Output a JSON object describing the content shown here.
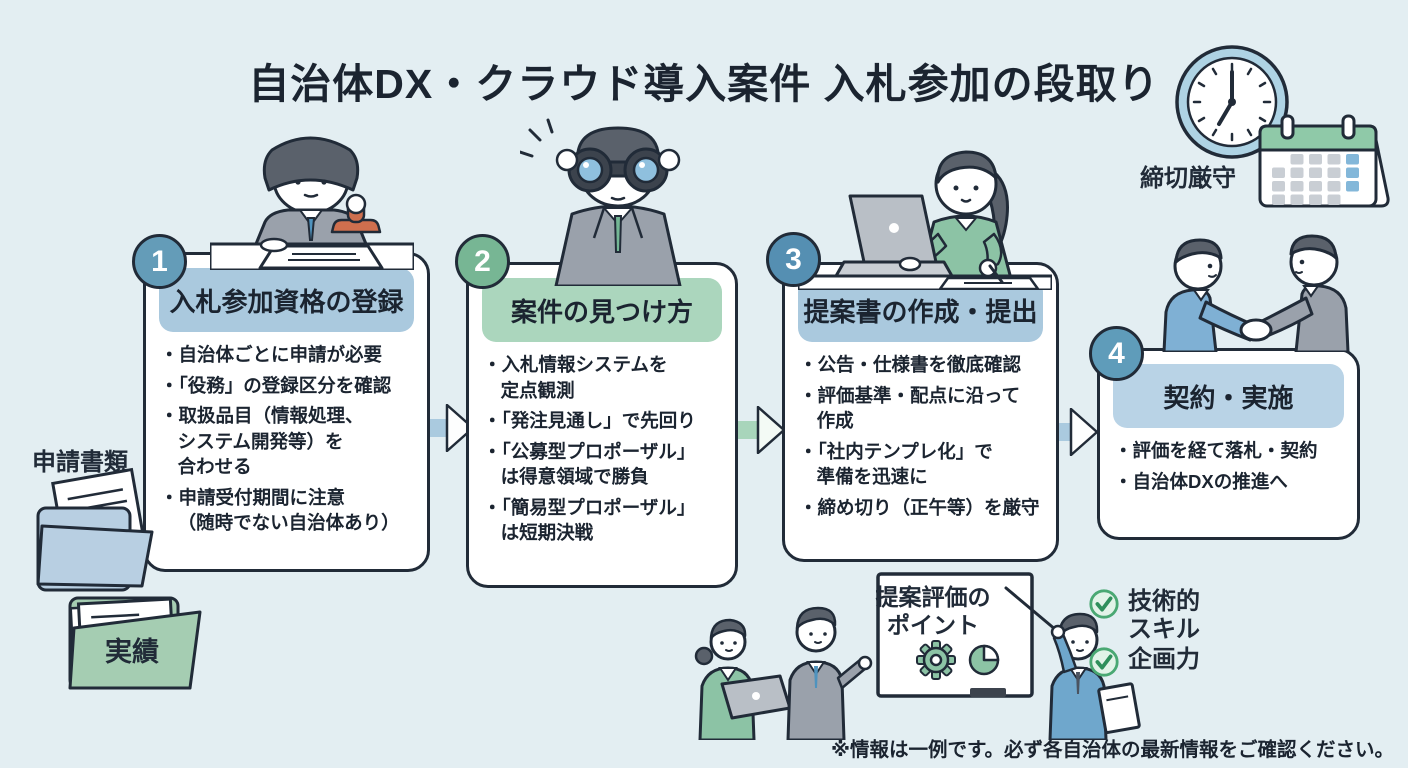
{
  "page": {
    "title": "自治体DX・クラウド導入案件 入札参加の段取り",
    "footer_note": "※情報は一例です。必ず各自治体の最新情報をご確認ください。"
  },
  "deadline": {
    "label": "締切厳守",
    "clock_time_shown": "7:00"
  },
  "left_materials": {
    "documents_label": "申請書類",
    "folder_label": "実績"
  },
  "steps": [
    {
      "number": "1",
      "title": "入札参加資格の登録",
      "accent_color": "#649cb8",
      "header_color": "#aac9de",
      "bullets": [
        "・自治体ごとに申請が必要",
        "・「役務」の登録区分を確認",
        "・取扱品目（情報処理、\nシステム開発等）を\n合わせる",
        "・申請受付期間に注意\n（随時でない自治体あり）"
      ]
    },
    {
      "number": "2",
      "title": "案件の見つけ方",
      "accent_color": "#77b694",
      "header_color": "#abd6bd",
      "bullets": [
        "・入札情報システムを\n定点観測",
        "・「発注見通し」で先回り",
        "・「公募型プロポーザル」\nは得意領域で勝負",
        "・「簡易型プロポーザル」\nは短期決戦"
      ]
    },
    {
      "number": "3",
      "title": "提案書の作成・提出",
      "accent_color": "#558fb2",
      "header_color": "#a9cce3",
      "bullets": [
        "・公告・仕様書を徹底確認",
        "・評価基準・配点に沿って\n作成",
        "・「社内テンプレ化」で\n準備を迅速に",
        "・締め切り（正午等）を厳守"
      ]
    },
    {
      "number": "4",
      "title": "契約・実施",
      "accent_color": "#5f9cba",
      "header_color": "#b9d3e6",
      "bullets": [
        "・評価を経て落札・契約",
        "・自治体DXの推進へ"
      ]
    }
  ],
  "presentation": {
    "board_title": "提案評価の\nポイント",
    "checks": [
      {
        "label": "技術的\nスキル"
      },
      {
        "label": "企画力"
      }
    ]
  },
  "colors": {
    "background": "#e3eef2",
    "outline": "#212b38",
    "arrow_blue": "#aacadf",
    "arrow_green": "#a8d5bb",
    "check_green": "#4aa873",
    "stamp_red": "#cf6f4e"
  }
}
